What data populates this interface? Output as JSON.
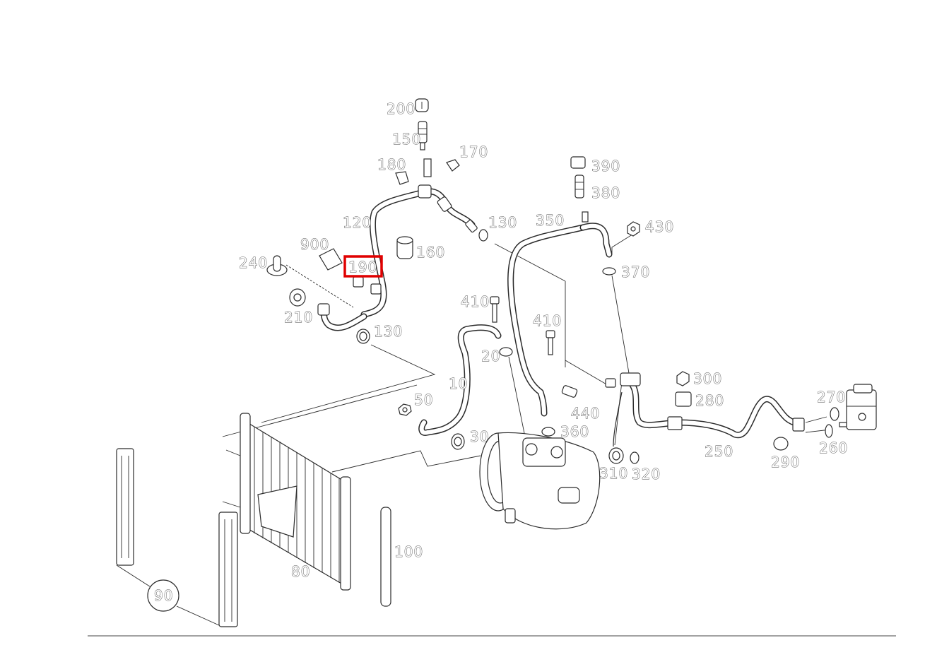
{
  "labels": {
    "l200": "200",
    "l150": "150",
    "l170": "170",
    "l180": "180",
    "l390": "390",
    "l380": "380",
    "l120": "120",
    "l130a": "130",
    "l350": "350",
    "l430": "430",
    "l900": "900",
    "l160": "160",
    "l240": "240",
    "l190": "190",
    "l370": "370",
    "l410a": "410",
    "l210": "210",
    "l130b": "130",
    "l410b": "410",
    "l20": "20",
    "l300": "300",
    "l10": "10",
    "l280": "280",
    "l270": "270",
    "l50": "50",
    "l440": "440",
    "l360": "360",
    "l30": "30",
    "l250": "250",
    "l260": "260",
    "l290": "290",
    "l310": "310",
    "l320": "320",
    "l100": "100",
    "l80": "80",
    "l90": "90"
  },
  "highlighted_part": "190",
  "colors": {
    "highlight": "#e00000",
    "ink": "#2b2b2b"
  }
}
